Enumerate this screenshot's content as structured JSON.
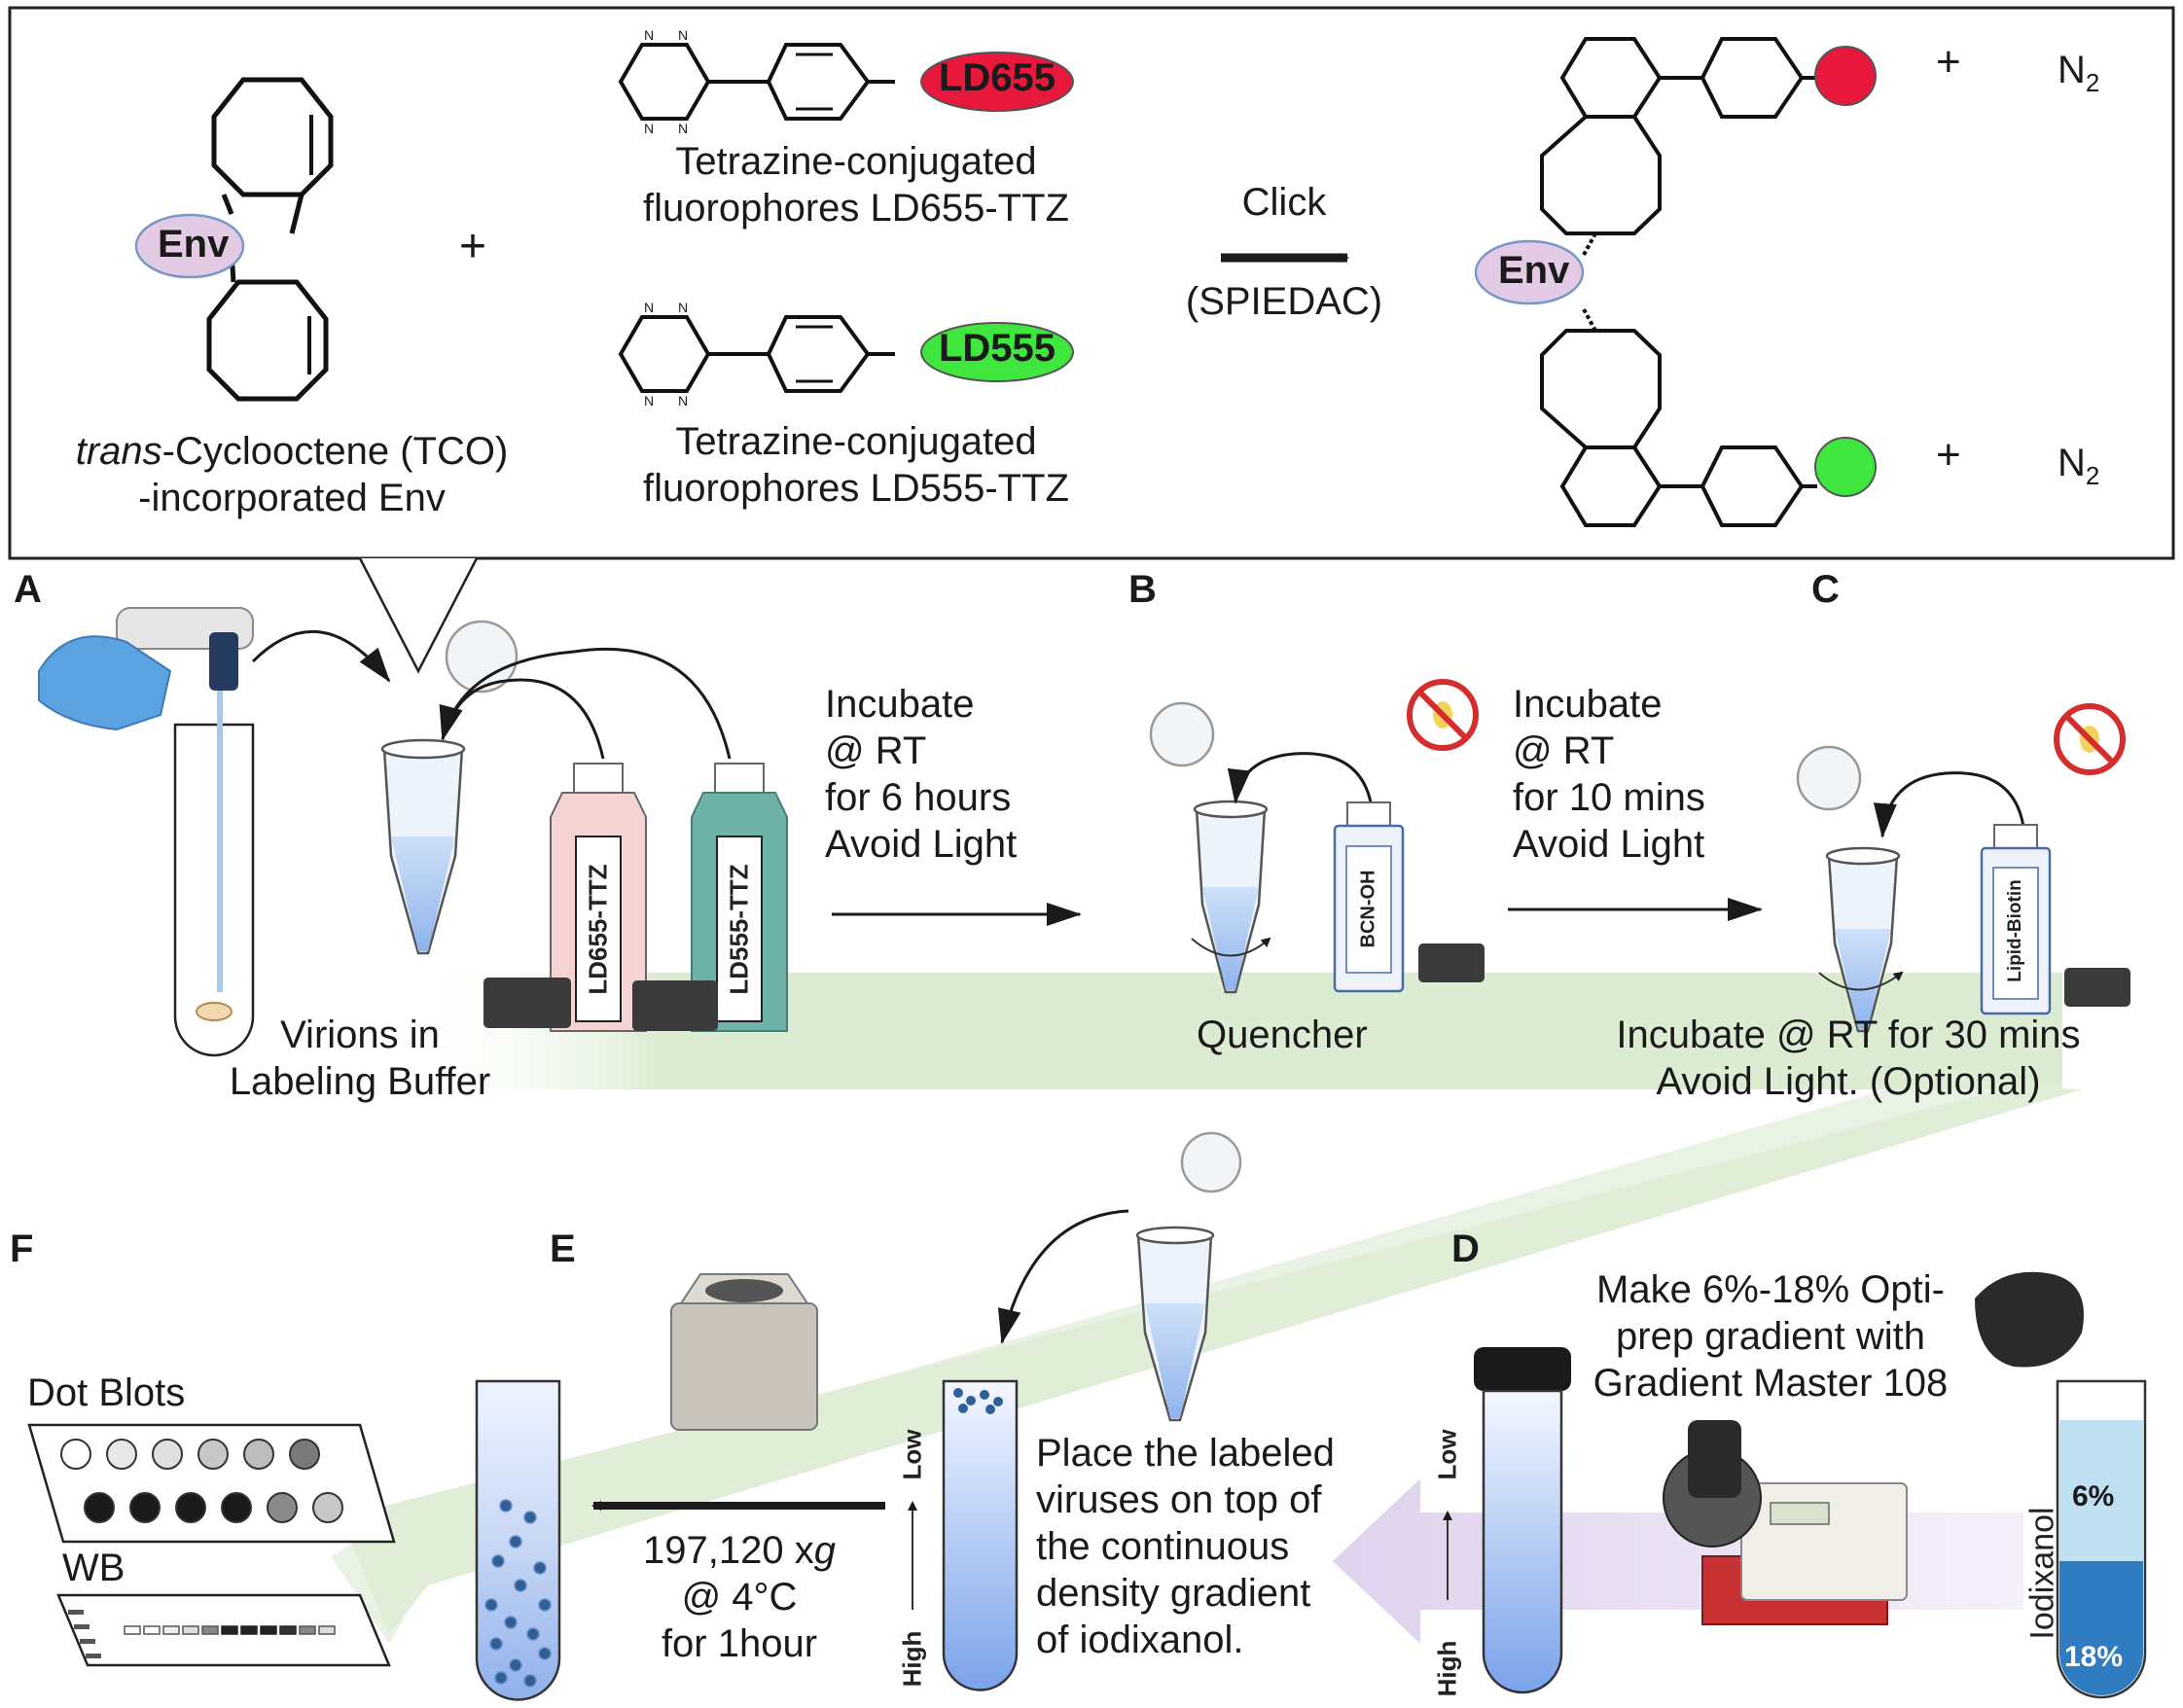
{
  "scheme": {
    "env_label": "Env",
    "tco_caption_italic": "trans",
    "tco_caption_rest": "-Cyclooctene (TCO)",
    "tco_caption_line2": "-incorporated Env",
    "plus": "+",
    "dye_red": "LD655",
    "dye_green": "LD555",
    "red_caption_1": "Tetrazine-conjugated",
    "red_caption_2": "fluorophores LD655-TTZ",
    "green_caption_1": "Tetrazine-conjugated",
    "green_caption_2": "fluorophores LD555-TTZ",
    "click": "Click",
    "click_mech": "(SPIEDAC)",
    "n2": "N",
    "n2_sub": "2",
    "n_atom": "N"
  },
  "panels": {
    "A": "A",
    "B": "B",
    "C": "C",
    "D": "D",
    "E": "E",
    "F": "F"
  },
  "step_A": {
    "caption_1": "Virions in",
    "caption_2": "Labeling Buffer",
    "vial_red": "LD655-TTZ",
    "vial_green": "LD555-TTZ"
  },
  "step_AB": {
    "l1": "Incubate",
    "l2": "@ RT",
    "l3": "for 6 hours",
    "l4": "Avoid Light"
  },
  "step_B": {
    "caption": "Quencher",
    "vial": "BCN-OH"
  },
  "step_BC": {
    "l1": "Incubate",
    "l2": "@ RT",
    "l3": "for 10 mins",
    "l4": "Avoid Light"
  },
  "step_C": {
    "caption_1": "Incubate @ RT for 30 mins",
    "caption_2": "Avoid Light. (Optional)",
    "vial": "Lipid-Biotin"
  },
  "step_D": {
    "caption_1": "Make 6%-18% Opti-",
    "caption_2": "prep gradient with",
    "caption_3": "Gradient Master 108",
    "axis": "Iodixanol",
    "low_pct": "6%",
    "high_pct": "18%",
    "low": "Low",
    "high": "High"
  },
  "step_load": {
    "l1": "Place the labeled",
    "l2": "viruses on top of",
    "l3": "the continuous",
    "l4": "density gradient",
    "l5": "of iodixanol.",
    "low": "Low",
    "high": "High"
  },
  "step_E": {
    "l1a": "197,120 x",
    "l1b": "g",
    "l2": "@ 4°C",
    "l3": "for 1hour"
  },
  "step_F": {
    "dot": "Dot Blots",
    "wb": "WB"
  },
  "colors": {
    "red_dye": "#e8173c",
    "green_dye": "#3ee63e",
    "env_fill": "#e3cbe6",
    "liquid": "#b9d1f3",
    "band_green": "#dcebd4",
    "band_purple": "#e4d9ee",
    "iodixanol_low": "#bfe0f1",
    "iodixanol_high": "#2f7cc0"
  }
}
